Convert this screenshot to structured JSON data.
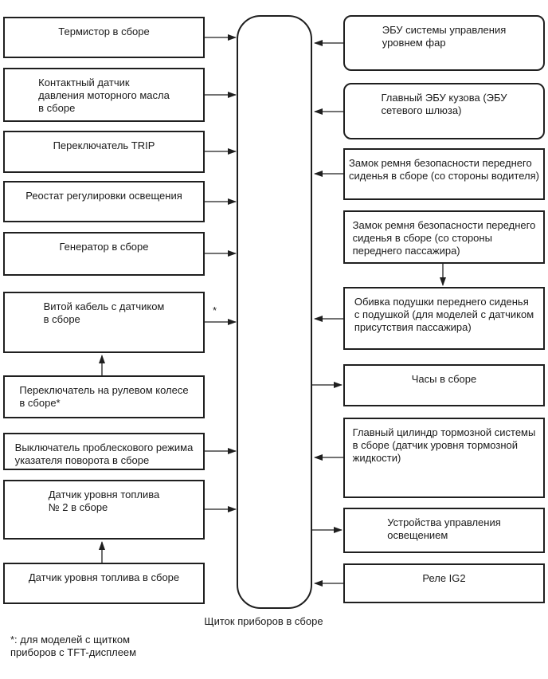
{
  "diagram": {
    "colors": {
      "line": "#1f1f1f",
      "background": "#ffffff",
      "text": "#1a1a1a"
    },
    "center_node": {
      "caption": "Щиток приборов в сборе"
    },
    "footnote": "*: для моделей с щитком\nприборов с TFT-дисплеем",
    "arrow_marker_note": "*",
    "left_nodes": [
      {
        "label": "Термистор в сборе",
        "arrow": "to-center"
      },
      {
        "label": "Контактный датчик\nдавления моторного масла\nв сборе",
        "arrow": "to-center"
      },
      {
        "label": "Переключатель TRIP",
        "arrow": "to-center"
      },
      {
        "label": "Реостат регулировки освещения",
        "arrow": "to-center"
      },
      {
        "label": "Генератор в сборе",
        "arrow": "to-center"
      },
      {
        "label": "Витой кабель с датчиком\nв сборе",
        "arrow": "to-center",
        "arrow_note": "*"
      },
      {
        "label": "Переключатель на рулевом колесе\nв сборе*",
        "arrow": "to-node-above"
      },
      {
        "label": "Выключатель проблескового режима\nуказателя поворота в сборе",
        "arrow": "to-center"
      },
      {
        "label": "Датчик уровня топлива\n№ 2 в сборе",
        "arrow": "to-center"
      },
      {
        "label": "Датчик уровня топлива в сборе",
        "arrow": "to-node-above"
      }
    ],
    "right_nodes": [
      {
        "label": "ЭБУ системы управления\nуровнем фар",
        "arrow": "to-center",
        "shape": "rounded"
      },
      {
        "label": "Главный ЭБУ кузова (ЭБУ\nсетевого шлюза)",
        "arrow": "to-center",
        "shape": "rounded"
      },
      {
        "label": "Замок ремня безопасности переднего\nсиденья в сборе (со стороны водителя)",
        "arrow": "to-center",
        "shape": "rect"
      },
      {
        "label": "Замок ремня безопасности переднего\nсиденья в сборе (со стороны\nпереднего пассажира)",
        "arrow": "to-node-below",
        "shape": "rect"
      },
      {
        "label": "Обивка подушки переднего сиденья\nс подушкой (для моделей с датчиком\nприсутствия пассажира)",
        "arrow": "to-center",
        "shape": "rect"
      },
      {
        "label": "Часы в сборе",
        "arrow": "from-center",
        "shape": "rect"
      },
      {
        "label": "Главный цилиндр тормозной системы\nв сборе (датчик уровня тормозной\nжидкости)",
        "arrow": "to-center",
        "shape": "rect"
      },
      {
        "label": "Устройства управления\nосвещением",
        "arrow": "from-center",
        "shape": "rect"
      },
      {
        "label": "Реле IG2",
        "arrow": "to-center",
        "shape": "rect"
      }
    ]
  }
}
